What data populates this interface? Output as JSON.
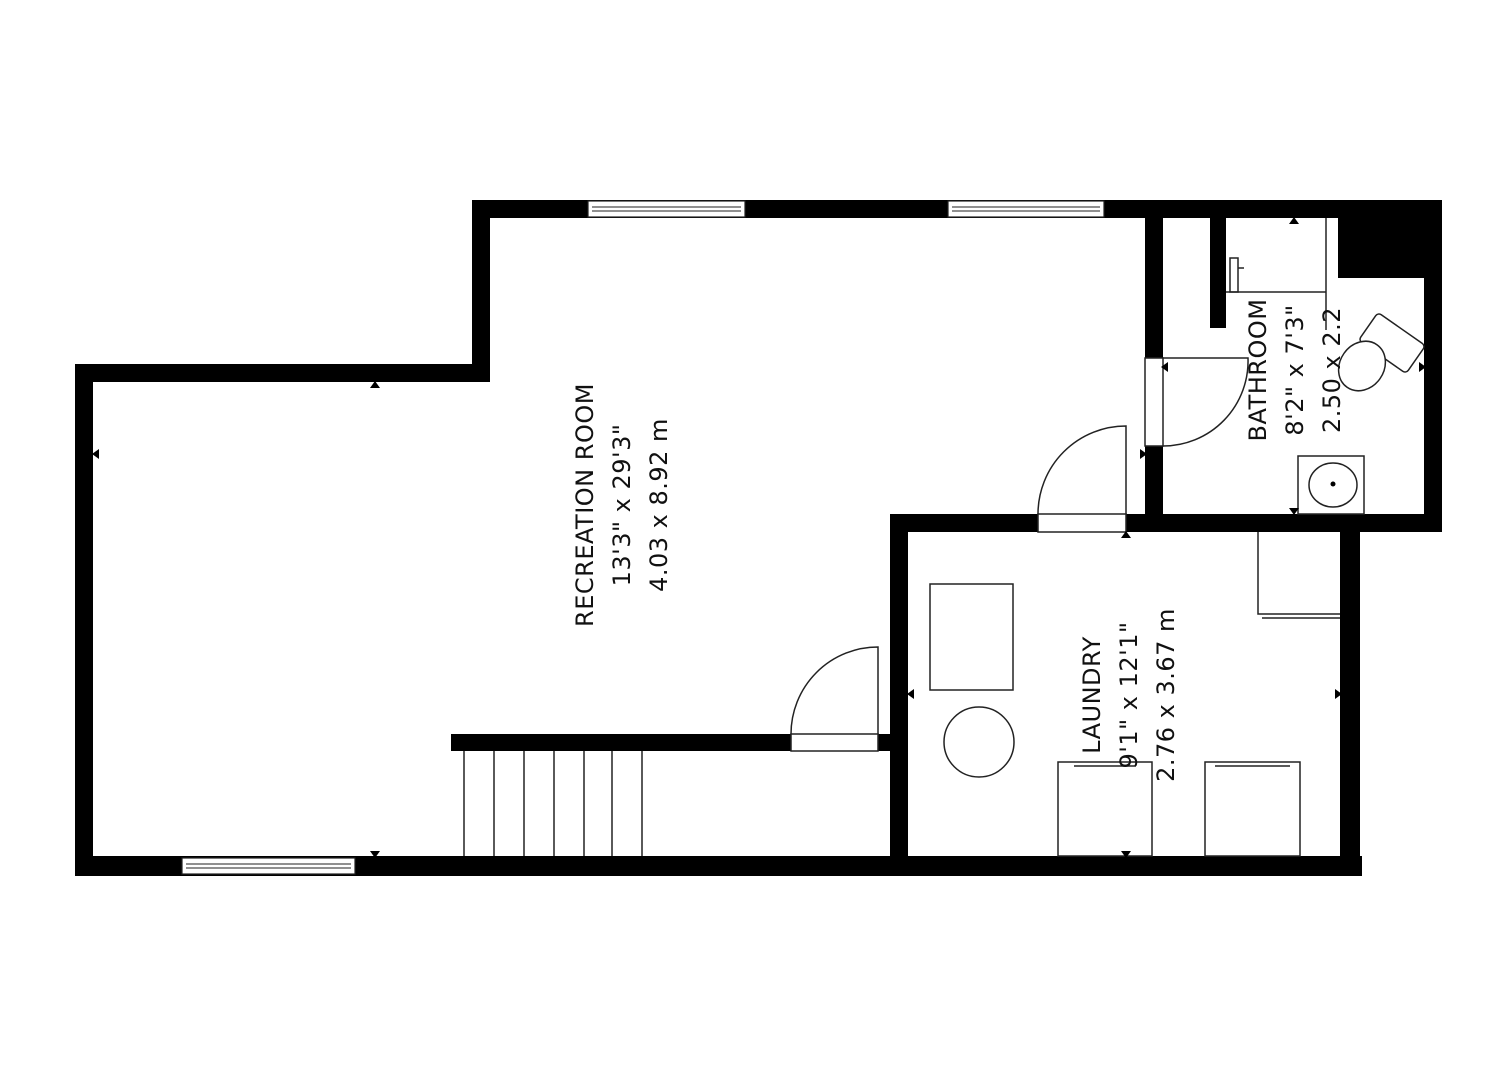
{
  "rooms": {
    "recreation": {
      "name": "RECREATION ROOM",
      "imperial": "13'3\" x 29'3\"",
      "metric": "4.03 x 8.92 m"
    },
    "laundry": {
      "name": "LAUNDRY",
      "imperial": "9'1\" x 12'1\"",
      "metric": "2.76 x 3.67 m"
    },
    "bathroom": {
      "name": "BATHROOM",
      "imperial": "8'2\" x 7'3\"",
      "metric": "2.50 x 2.2"
    }
  },
  "colors": {
    "wall": "#000000",
    "background": "#ffffff",
    "line": "#222222"
  },
  "icons": [
    "toilet-icon",
    "sink-icon",
    "washer-icon",
    "dryer-icon",
    "door-swing-icon",
    "stairs-icon",
    "window-icon",
    "dimension-marker-icon"
  ]
}
